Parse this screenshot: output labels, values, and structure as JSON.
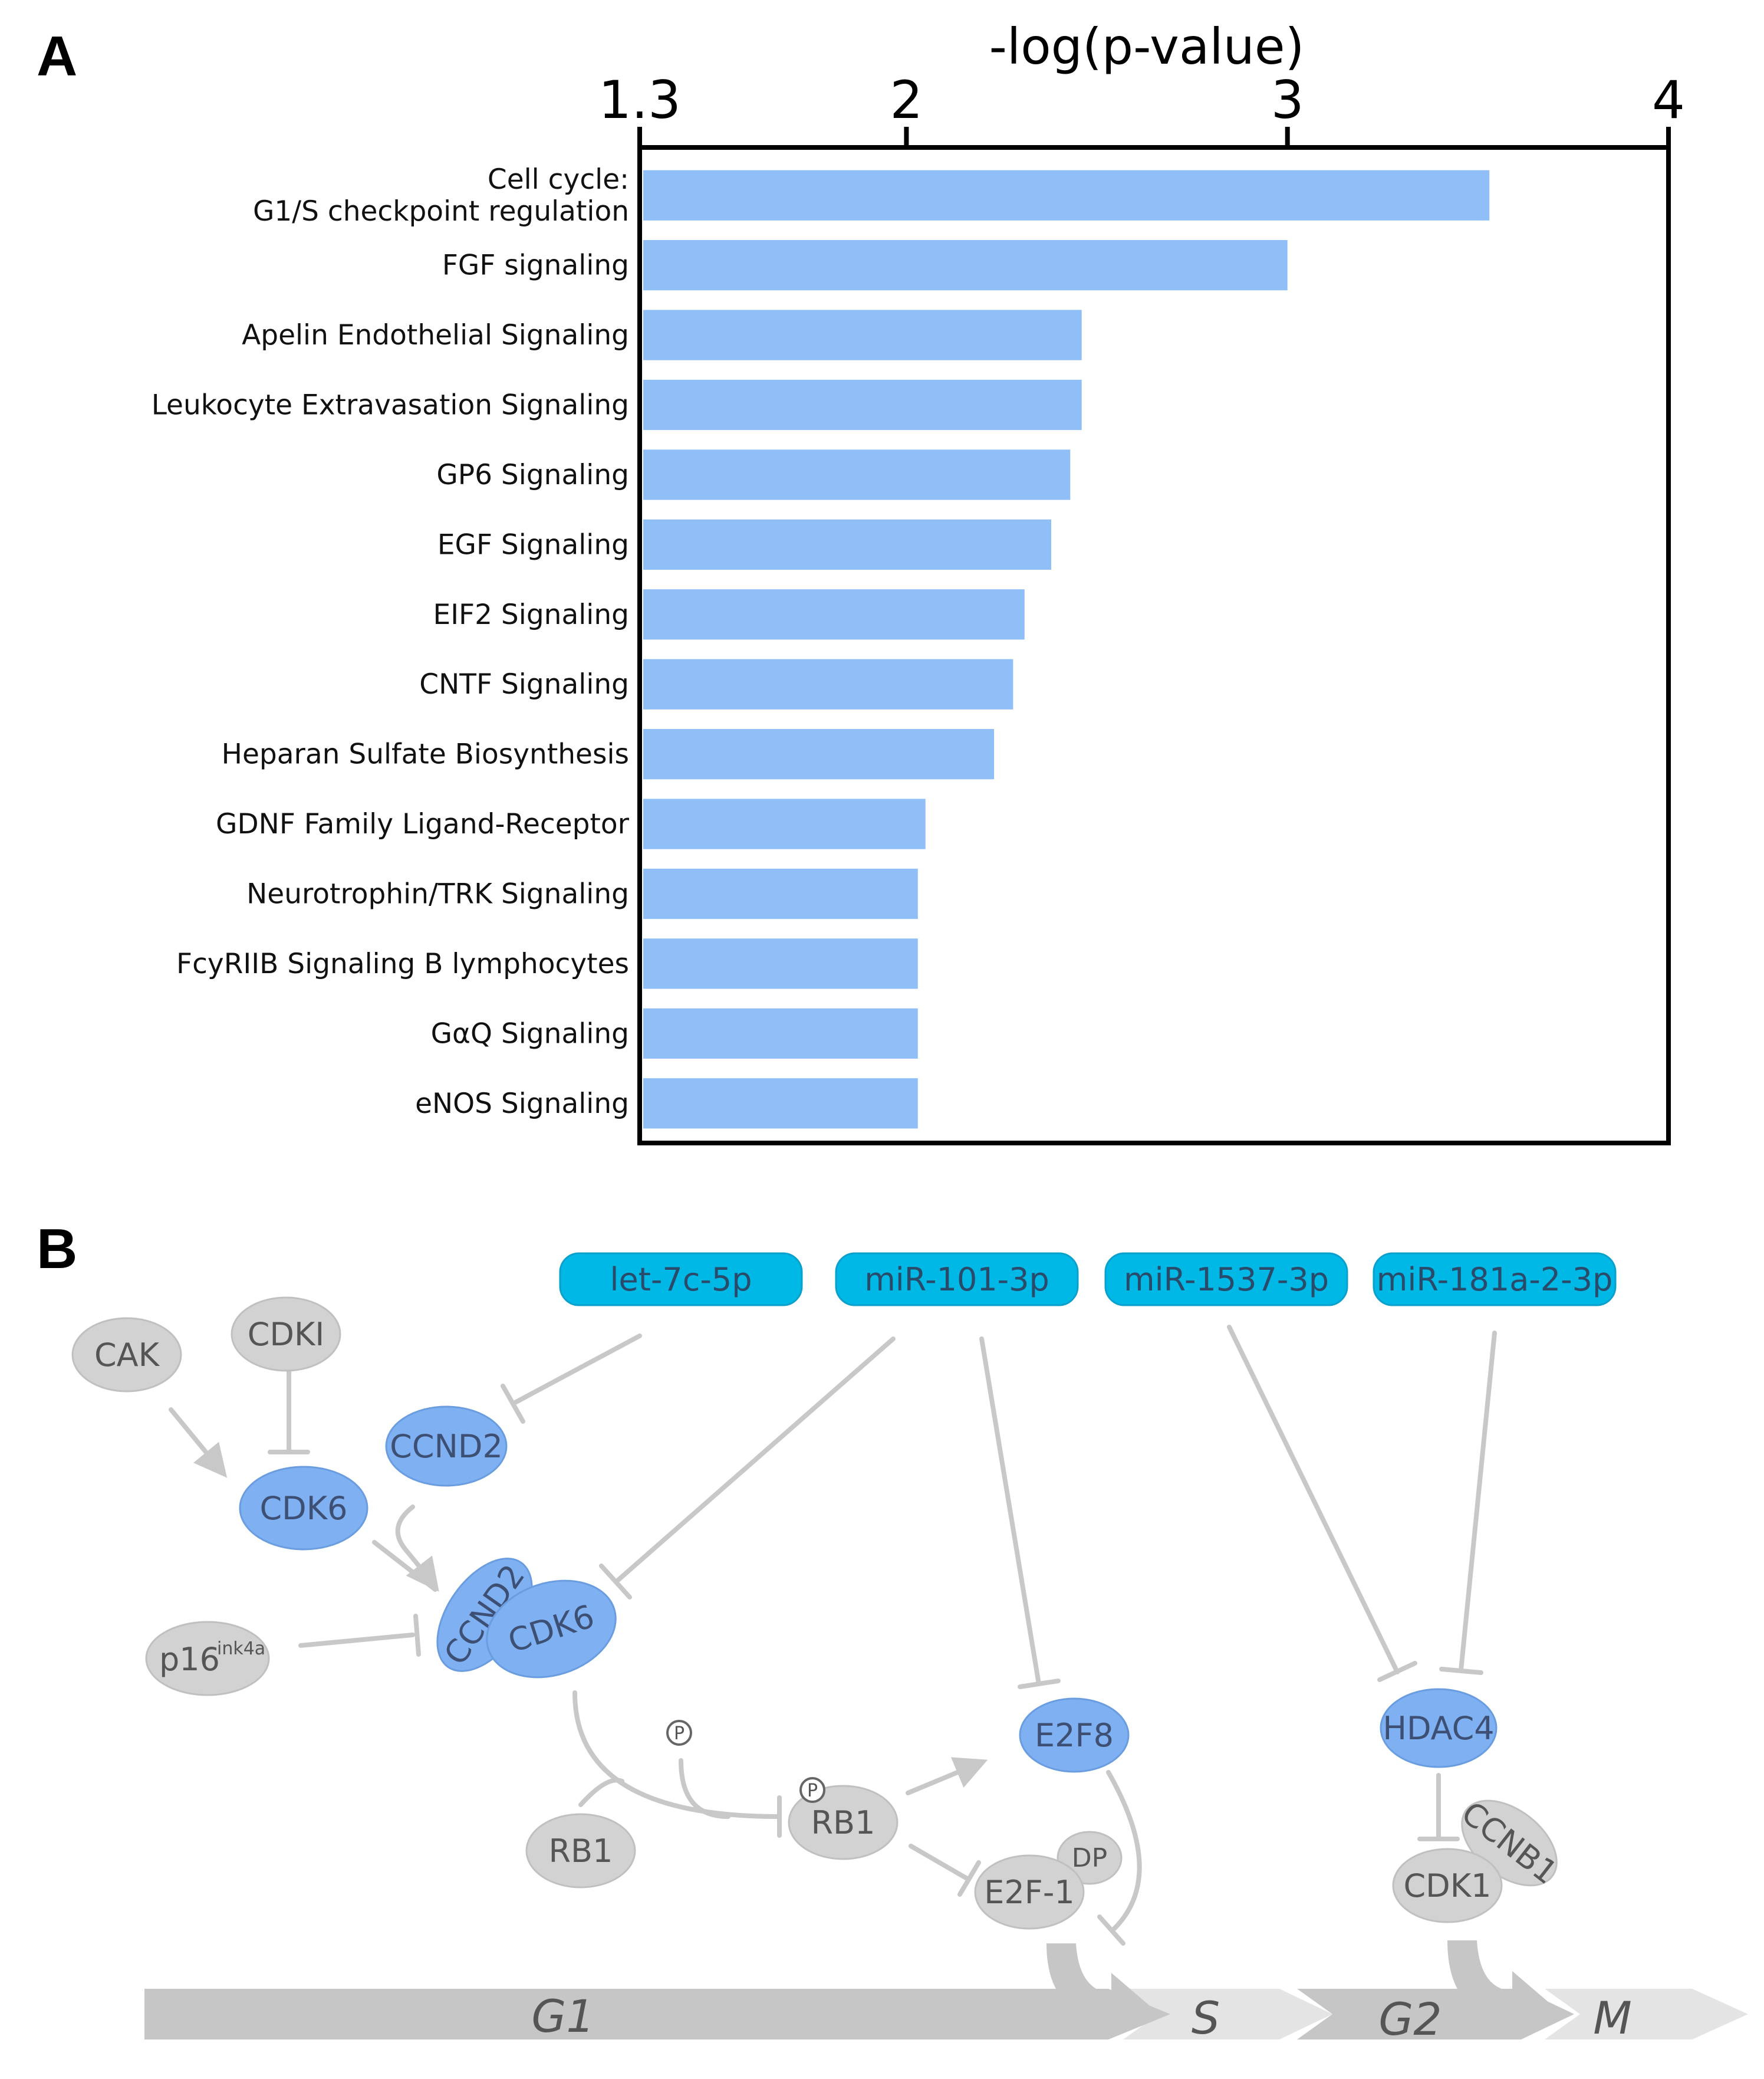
{
  "panel_a_label": "A",
  "panel_b_label": "B",
  "chart_data": {
    "type": "bar",
    "orientation": "horizontal",
    "title": "-log(p-value)",
    "xlim": [
      1.3,
      4
    ],
    "xticks": [
      1.3,
      2,
      3,
      4
    ],
    "xtick_labels": [
      "1.3",
      "2",
      "3",
      "4"
    ],
    "categories": [
      [
        "Cell cycle:",
        "G1/S checkpoint regulation"
      ],
      [
        "FGF signaling"
      ],
      [
        "Apelin Endothelial Signaling"
      ],
      [
        "Leukocyte Extravasation Signaling"
      ],
      [
        "GP6 Signaling"
      ],
      [
        "EGF Signaling"
      ],
      [
        "EIF2 Signaling"
      ],
      [
        "CNTF Signaling"
      ],
      [
        "Heparan Sulfate Biosynthesis"
      ],
      [
        "GDNF Family Ligand-Receptor"
      ],
      [
        "Neurotrophin/TRK Signaling"
      ],
      [
        "FcyRIIB Signaling B lymphocytes"
      ],
      [
        "GαQ Signaling"
      ],
      [
        "eNOS Signaling"
      ]
    ],
    "values": [
      3.53,
      3.0,
      2.46,
      2.46,
      2.43,
      2.38,
      2.31,
      2.28,
      2.23,
      2.05,
      2.03,
      2.03,
      2.03,
      2.03
    ],
    "bar_color": "#90bff8",
    "grid": false,
    "legend": "none"
  },
  "pathway": {
    "mirnas": [
      "let-7c-5p",
      "miR-101-3p",
      "miR-1537-3p",
      "miR-181a-2-3p"
    ],
    "nodes": {
      "cak": "CAK",
      "cdki": "CDKI",
      "ccnd2": "CCND2",
      "cdk6": "CDK6",
      "complex_ccnd2": "CCND2",
      "complex_cdk6": "CDK6",
      "p16_main": "p16",
      "p16_sup": "ink4a",
      "rb1": "RB1",
      "rb1_p": "RB1",
      "e2f8": "E2F8",
      "e2f1": "E2F-1",
      "dp": "DP",
      "hdac4": "HDAC4",
      "cdk1": "CDK1",
      "ccnb1": "CCNB1",
      "phospho": "P"
    },
    "phases": [
      "G1",
      "S",
      "G2",
      "M"
    ],
    "colors": {
      "mirna": "#00b8e6",
      "target": "#7eb0f2",
      "other": "#d2d2d2",
      "line": "#c8c8c8",
      "phase_dark": "#c6c6c6",
      "phase_light": "#e4e4e4"
    }
  }
}
